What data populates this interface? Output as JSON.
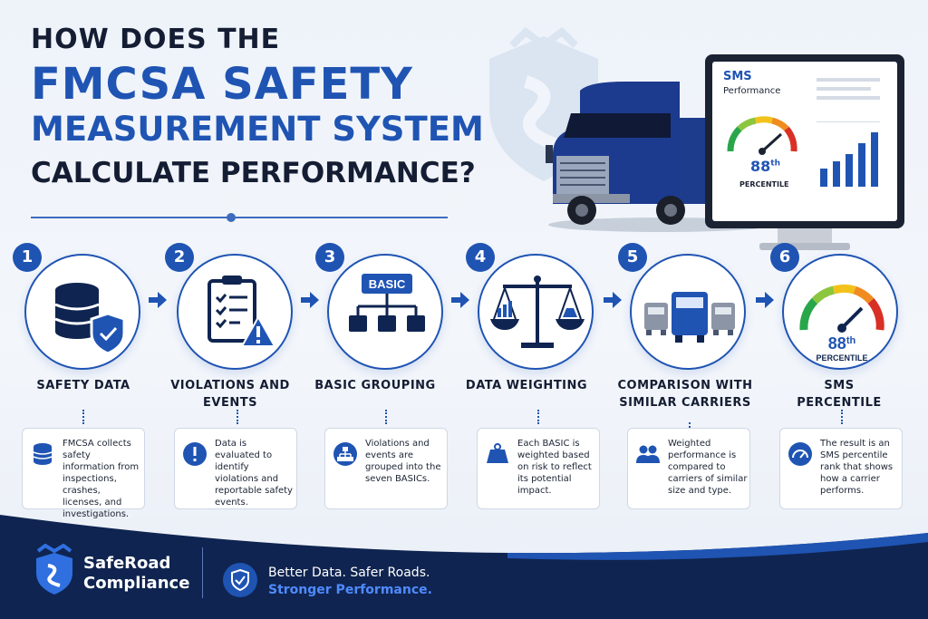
{
  "title": {
    "line1": "HOW DOES THE",
    "line2": "FMCSA SAFETY",
    "line3": "MEASUREMENT SYSTEM",
    "line4": "CALCULATE PERFORMANCE?"
  },
  "monitor": {
    "title": "SMS",
    "subtitle": "Performance",
    "value": "88",
    "suffix": "th",
    "caption": "PERCENTILE"
  },
  "steps": [
    {
      "number": "1",
      "label": "SAFETY DATA",
      "icon": "database-shield-icon",
      "card_icon": "database-icon",
      "text": "FMCSA collects safety information from inspections, crashes, licenses, and investigations."
    },
    {
      "number": "2",
      "label": "VIOLATIONS AND EVENTS",
      "icon": "clipboard-warning-icon",
      "card_icon": "alert-icon",
      "text": "Data is evaluated to identify violations and reportable safety events."
    },
    {
      "number": "3",
      "label": "BASIC GROUPING",
      "icon": "hierarchy-icon",
      "card_icon": "org-chart-icon",
      "badge": "BASIC",
      "text": "Violations and events are grouped into the seven BASICs."
    },
    {
      "number": "4",
      "label": "DATA WEIGHTING",
      "icon": "scale-icon",
      "card_icon": "weight-icon",
      "text": "Each BASIC is weighted based on risk to reflect its potential impact."
    },
    {
      "number": "5",
      "label": "COMPARISON WITH SIMILAR CARRIERS",
      "icon": "trucks-icon",
      "card_icon": "users-icon",
      "text": "Weighted performance is compared to carriers of similar size and type."
    },
    {
      "number": "6",
      "label": "SMS PERCENTILE",
      "icon": "gauge-icon",
      "card_icon": "speedometer-icon",
      "value": "88",
      "suffix": "th",
      "caption": "PERCENTILE",
      "text": "The result is an SMS percentile rank that shows how a carrier performs."
    }
  ],
  "footer": {
    "brand_line1": "SafeRoad",
    "brand_line2": "Compliance",
    "tagline1": "Better Data. Safer Roads.",
    "tagline2": "Stronger Performance."
  },
  "colors": {
    "primary": "#1f54b3",
    "dark": "#141d33",
    "navy": "#0f2450"
  }
}
